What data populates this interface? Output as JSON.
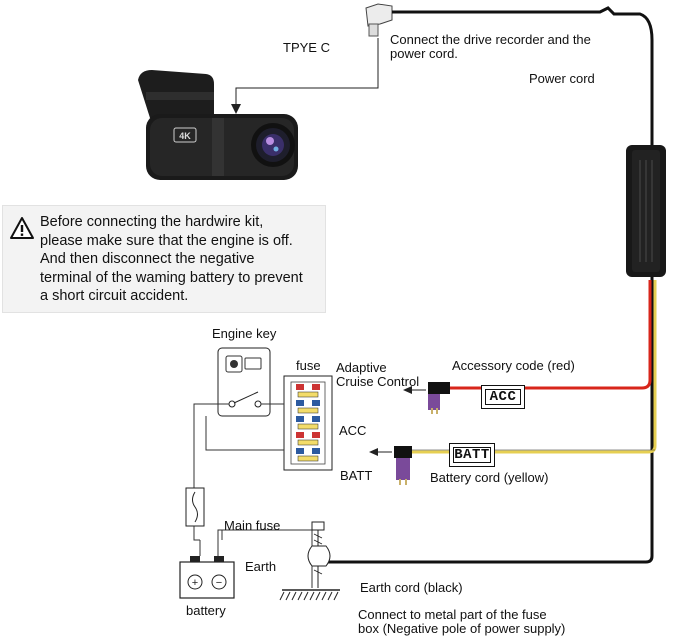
{
  "labels": {
    "type_c": "TPYE C",
    "connect_line1": "Connect the drive recorder and the",
    "connect_line2": "power cord.",
    "power_cord": "Power cord",
    "engine_key": "Engine key",
    "fuse": "fuse",
    "adaptive_line1": "Adaptive",
    "adaptive_line2": "Cruise Control",
    "accessory_code": "Accessory code (red)",
    "acc_box": "ACC",
    "acc": "ACC",
    "batt_box": "BATT",
    "batt": "BATT",
    "battery_cord": "Battery cord (yellow)",
    "main_fuse": "Main fuse",
    "earth": "Earth",
    "earth_cord": "Earth cord (black)",
    "battery": "battery",
    "metal_line1": "Connect to metal part of the fuse",
    "metal_line2": "box (Negative pole of power supply)",
    "camera_badge": "4K"
  },
  "warning": {
    "lines": [
      "Before connecting the hardwire kit,",
      "please make sure that the engine is off.",
      "And then disconnect the negative",
      "terminal of the waming battery to prevent",
      "a short circuit accident."
    ]
  },
  "colors": {
    "wire_black": "#111111",
    "wire_red": "#d8261b",
    "wire_yellow": "#e6cf52",
    "fuse_purple": "#7a4a9a",
    "warning_bg": "#f3f3f3"
  }
}
